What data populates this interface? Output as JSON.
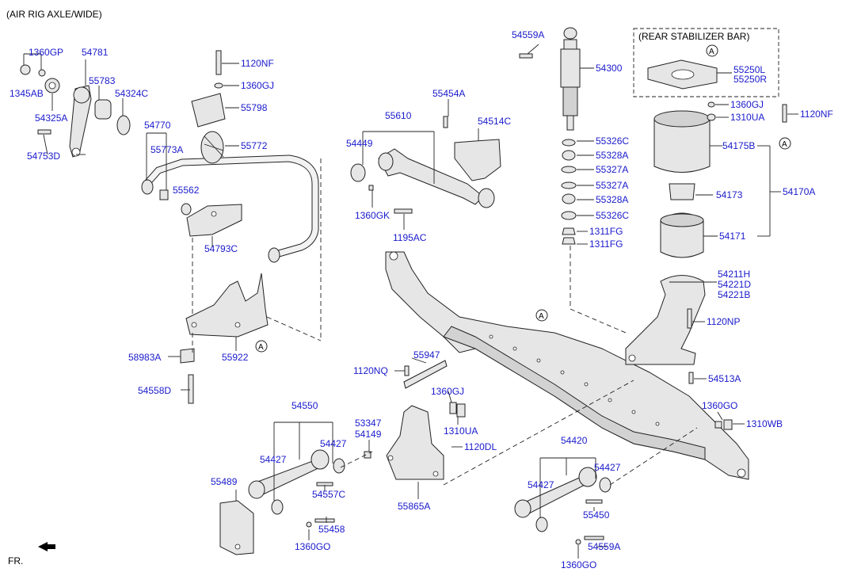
{
  "header": {
    "title": "(AIR RIG AXLE/WIDE)",
    "inset_title": "(REAR STABILIZER BAR)",
    "direction_label": "FR."
  },
  "labels": {
    "l1360gp": "1360GP",
    "l54781": "54781",
    "l55783": "55783",
    "l1345ab": "1345AB",
    "l54324c": "54324C",
    "l54325a": "54325A",
    "l54770": "54770",
    "l54753d": "54753D",
    "l55773a": "55773A",
    "l1120nf_a": "1120NF",
    "l1360gj_a": "1360GJ",
    "l55798": "55798",
    "l55772": "55772",
    "l55562": "55562",
    "l54793c": "54793C",
    "l58983a": "58983A",
    "l55922": "55922",
    "l54558d": "54558D",
    "l55610": "55610",
    "l55454a": "55454A",
    "l54514c": "54514C",
    "l54449": "54449",
    "l1360gk": "1360GK",
    "l1195ac": "1195AC",
    "l54559a_a": "54559A",
    "l54300": "54300",
    "l55326c_a": "55326C",
    "l55328a_a": "55328A",
    "l55327a_a": "55327A",
    "l55327a_b": "55327A",
    "l55328a_b": "55328A",
    "l55326c_b": "55326C",
    "l1311fg_a": "1311FG",
    "l1311fg_b": "1311FG",
    "l55250l": "55250L",
    "l55250r": "55250R",
    "l1360gj_b": "1360GJ",
    "l1310ua_a": "1310UA",
    "l1120nf_b": "1120NF",
    "l54175b": "54175B",
    "l54173": "54173",
    "l54170a": "54170A",
    "l54171": "54171",
    "l54211h": "54211H",
    "l54221d": "54221D",
    "l54221b": "54221B",
    "l1120np": "1120NP",
    "l55947": "55947",
    "l1120nq": "1120NQ",
    "l1360gj_c": "1360GJ",
    "l54550": "54550",
    "l53347": "53347",
    "l54149": "54149",
    "l54427_a": "54427",
    "l54427_b": "54427",
    "l1310ua_b": "1310UA",
    "l1120dl": "1120DL",
    "l55489": "55489",
    "l54557c": "54557C",
    "l55865a": "55865A",
    "l55458": "55458",
    "l1360go_a": "1360GO",
    "l54420": "54420",
    "l54427_c": "54427",
    "l54427_d": "54427",
    "l55450": "55450",
    "l54559a_b": "54559A",
    "l1360go_b": "1360GO",
    "l54513a": "54513A",
    "l1360go_c": "1360GO",
    "l1310wb": "1310WB"
  },
  "callout_letter": "A"
}
